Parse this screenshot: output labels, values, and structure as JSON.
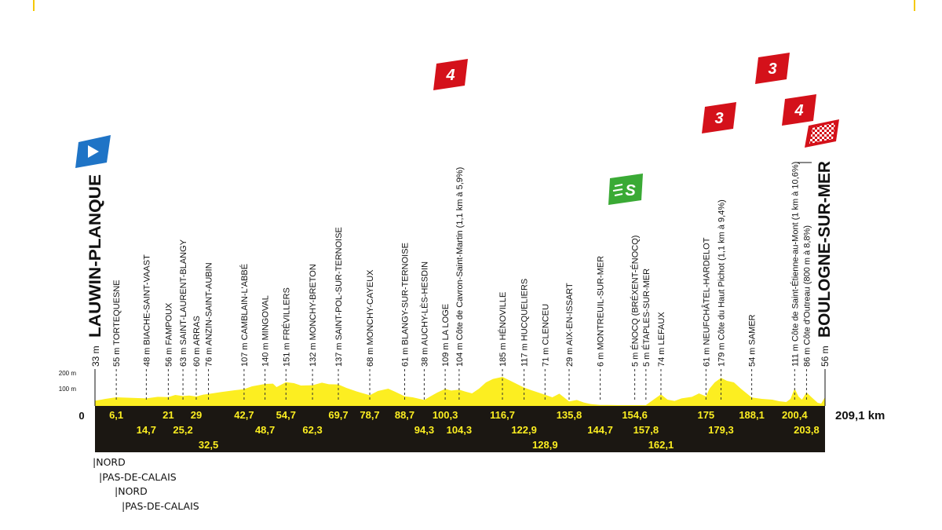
{
  "chart_data": {
    "type": "area",
    "start": {
      "name": "LAUWIN-PLANQUE",
      "alt": "33 m"
    },
    "finish": {
      "name": "BOULOGNE-SUR-MER",
      "alt": "56 m"
    },
    "total_distance": "209,1 km",
    "zero_label": "0",
    "y_ticks": [
      {
        "value": 200,
        "label": "200 m"
      },
      {
        "value": 100,
        "label": "100 m"
      }
    ],
    "x_range": [
      0,
      209.1
    ],
    "places": [
      {
        "km": 6.1,
        "alt": "55 m",
        "name": "TORTEQUESNE"
      },
      {
        "km": 14.7,
        "alt": "48 m",
        "name": "BIACHE-SAINT-VAAST"
      },
      {
        "km": 21,
        "alt": "56 m",
        "name": "FAMPOUX"
      },
      {
        "km": 25.2,
        "alt": "63 m",
        "name": "SAINT-LAURENT-BLANGY"
      },
      {
        "km": 29,
        "alt": "60 m",
        "name": "ARRAS"
      },
      {
        "km": 32.5,
        "alt": "76 m",
        "name": "ANZIN-SAINT-AUBIN"
      },
      {
        "km": 42.7,
        "alt": "107 m",
        "name": "CAMBLAIN-L'ABBÉ"
      },
      {
        "km": 48.7,
        "alt": "140 m",
        "name": "MINGOVAL"
      },
      {
        "km": 54.7,
        "alt": "151 m",
        "name": "FRÉVILLERS"
      },
      {
        "km": 62.3,
        "alt": "132 m",
        "name": "MONCHY-BRETON"
      },
      {
        "km": 69.7,
        "alt": "137 m",
        "name": "SAINT-POL-SUR-TERNOISE"
      },
      {
        "km": 78.7,
        "alt": "68 m",
        "name": "MONCHY-CAYEUX"
      },
      {
        "km": 88.7,
        "alt": "61 m",
        "name": "BLANGY-SUR-TERNOISE"
      },
      {
        "km": 94.3,
        "alt": "38 m",
        "name": "AUCHY-LÈS-HESDIN"
      },
      {
        "km": 100.3,
        "alt": "109 m",
        "name": "LA LOGE"
      },
      {
        "km": 104.3,
        "alt": "104 m",
        "name": "Côte de Cavron-Saint-Martin (1,1 km à 5,9%)"
      },
      {
        "km": 116.7,
        "alt": "185 m",
        "name": "HÉNOVILLE"
      },
      {
        "km": 122.9,
        "alt": "117 m",
        "name": "HUCQUELIERS"
      },
      {
        "km": 128.9,
        "alt": "71 m",
        "name": "CLENCEU"
      },
      {
        "km": 135.8,
        "alt": "29 m",
        "name": "AIX-EN-ISSART"
      },
      {
        "km": 144.7,
        "alt": "6 m",
        "name": "MONTREUIL-SUR-MER"
      },
      {
        "km": 154.6,
        "alt": "5 m",
        "name": "ÉNOCQ (BRÉXENT-ÉNOCQ)"
      },
      {
        "km": 157.8,
        "alt": "5 m",
        "name": "ÉTAPLES-SUR-MER"
      },
      {
        "km": 162.1,
        "alt": "74 m",
        "name": "LEFAUX"
      },
      {
        "km": 175,
        "alt": "61 m",
        "name": "NEUFCHÂTEL-HARDELOT"
      },
      {
        "km": 179.3,
        "alt": "179 m",
        "name": "Côte du Haut Pichot (1,1 km à 9,4%)"
      },
      {
        "km": 188.1,
        "alt": "54 m",
        "name": "SAMER"
      },
      {
        "km": 200.4,
        "alt": "111 m",
        "name": "Côte de Saint-Étienne-au-Mont (1 km à 10,6%)"
      },
      {
        "km": 203.8,
        "alt": "86 m",
        "name": "Côte d'Outreau (800 m à 8,8%)"
      }
    ],
    "km_labels": [
      {
        "text": "6,1",
        "row": 1
      },
      {
        "text": "14,7",
        "row": 2
      },
      {
        "text": "21",
        "row": 1
      },
      {
        "text": "25,2",
        "row": 2
      },
      {
        "text": "29",
        "row": 1
      },
      {
        "text": "32,5",
        "row": 3
      },
      {
        "text": "42,7",
        "row": 1
      },
      {
        "text": "48,7",
        "row": 2
      },
      {
        "text": "54,7",
        "row": 1
      },
      {
        "text": "62,3",
        "row": 2
      },
      {
        "text": "69,7",
        "row": 1
      },
      {
        "text": "78,7",
        "row": 1
      },
      {
        "text": "88,7",
        "row": 1
      },
      {
        "text": "94,3",
        "row": 2
      },
      {
        "text": "100,3",
        "row": 1
      },
      {
        "text": "104,3",
        "row": 2
      },
      {
        "text": "116,7",
        "row": 1
      },
      {
        "text": "122,9",
        "row": 2
      },
      {
        "text": "128,9",
        "row": 3
      },
      {
        "text": "135,8",
        "row": 1
      },
      {
        "text": "144,7",
        "row": 2
      },
      {
        "text": "154,6",
        "row": 1
      },
      {
        "text": "157,8",
        "row": 2
      },
      {
        "text": "162,1",
        "row": 3
      },
      {
        "text": "175",
        "row": 1
      },
      {
        "text": "179,3",
        "row": 2
      },
      {
        "text": "188,1",
        "row": 1
      },
      {
        "text": "200,4",
        "row": 1
      },
      {
        "text": "203,8",
        "row": 2
      }
    ],
    "elevation_profile": [
      [
        0,
        33
      ],
      [
        3,
        45
      ],
      [
        6.1,
        55
      ],
      [
        10,
        52
      ],
      [
        14.7,
        48
      ],
      [
        18,
        58
      ],
      [
        21,
        56
      ],
      [
        23,
        70
      ],
      [
        25.2,
        63
      ],
      [
        27,
        66
      ],
      [
        29,
        60
      ],
      [
        31,
        72
      ],
      [
        32.5,
        76
      ],
      [
        36,
        88
      ],
      [
        40,
        100
      ],
      [
        42.7,
        107
      ],
      [
        45,
        125
      ],
      [
        48.7,
        140
      ],
      [
        51,
        142
      ],
      [
        52,
        120
      ],
      [
        54.7,
        151
      ],
      [
        57,
        145
      ],
      [
        59,
        130
      ],
      [
        62.3,
        132
      ],
      [
        65,
        148
      ],
      [
        67,
        138
      ],
      [
        69.7,
        137
      ],
      [
        72,
        115
      ],
      [
        75,
        92
      ],
      [
        78.7,
        68
      ],
      [
        81,
        95
      ],
      [
        84,
        110
      ],
      [
        86,
        90
      ],
      [
        88.7,
        61
      ],
      [
        91,
        55
      ],
      [
        94.3,
        38
      ],
      [
        96,
        60
      ],
      [
        98,
        85
      ],
      [
        100.3,
        109
      ],
      [
        102,
        98
      ],
      [
        104.3,
        104
      ],
      [
        106,
        92
      ],
      [
        108,
        80
      ],
      [
        110,
        110
      ],
      [
        112,
        150
      ],
      [
        114,
        172
      ],
      [
        116.7,
        185
      ],
      [
        119,
        160
      ],
      [
        122.9,
        117
      ],
      [
        125,
        100
      ],
      [
        128.9,
        71
      ],
      [
        131,
        55
      ],
      [
        133,
        78
      ],
      [
        135.8,
        29
      ],
      [
        138,
        38
      ],
      [
        140,
        22
      ],
      [
        142,
        12
      ],
      [
        144.7,
        6
      ],
      [
        147,
        6
      ],
      [
        150,
        5
      ],
      [
        152,
        5
      ],
      [
        154.6,
        5
      ],
      [
        156,
        5
      ],
      [
        157.8,
        5
      ],
      [
        159,
        25
      ],
      [
        162.1,
        74
      ],
      [
        164,
        40
      ],
      [
        166,
        32
      ],
      [
        168,
        48
      ],
      [
        171,
        58
      ],
      [
        173,
        80
      ],
      [
        175,
        61
      ],
      [
        176,
        110
      ],
      [
        177.5,
        150
      ],
      [
        179.3,
        179
      ],
      [
        181,
        160
      ],
      [
        183,
        150
      ],
      [
        185,
        110
      ],
      [
        188.1,
        54
      ],
      [
        191,
        45
      ],
      [
        194,
        40
      ],
      [
        196,
        30
      ],
      [
        198,
        25
      ],
      [
        199.2,
        45
      ],
      [
        200.4,
        111
      ],
      [
        201.5,
        60
      ],
      [
        202.5,
        40
      ],
      [
        203.8,
        86
      ],
      [
        205.5,
        50
      ],
      [
        207,
        20
      ],
      [
        208,
        15
      ],
      [
        209.1,
        56
      ]
    ],
    "climbs": [
      {
        "km": 104.3,
        "category": "4"
      },
      {
        "km": 179.3,
        "category": "3"
      },
      {
        "km": 200.4,
        "category": "3"
      },
      {
        "km": 203.8,
        "category": "4"
      }
    ],
    "sprint": {
      "km": 154.6,
      "label": "S"
    },
    "departments": [
      "NORD",
      "PAS-DE-CALAIS",
      "NORD",
      "PAS-DE-CALAIS"
    ],
    "colors": {
      "terrain": "#fcee21",
      "ground": "#1b1712",
      "km_text": "#fcee21",
      "climb_badge": "#d4111a",
      "sprint_badge": "#3aaa35",
      "start_badge": "#1f74c6",
      "accent_ticks": "#f5c800"
    }
  }
}
